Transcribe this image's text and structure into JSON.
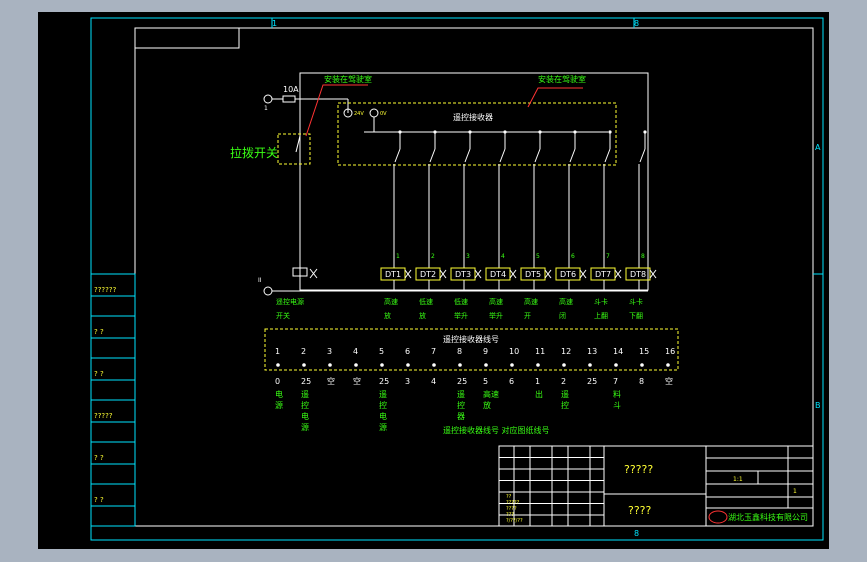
{
  "sheet": {
    "colors": {
      "frame": "#00e5ff",
      "white": "#ffffff",
      "green": "#39ff14",
      "red": "#ff3333",
      "yellow": "#ffff33",
      "background": "#000000"
    },
    "zone_markers": {
      "top_left": "1",
      "top_mid": "8",
      "bottom_mid": "8",
      "right_a": "A",
      "right_b": "B",
      "left_row": "1"
    }
  },
  "schematic": {
    "fuse_label": "10A",
    "node_top": "1",
    "node_bottom": "II",
    "install_label_left": "安装在驾驶室",
    "install_label_right": "安装在驾驶室",
    "receiver_label": "遥控接收器",
    "terminal_a": "24V",
    "terminal_b": "0V",
    "pull_switch_label": "拉拨开关",
    "relays": [
      {
        "tag": "DT1",
        "num": "1",
        "label": "高速\n放"
      },
      {
        "tag": "DT2",
        "num": "2",
        "label": "低速\n放"
      },
      {
        "tag": "DT3",
        "num": "3",
        "label": "低速\n举升"
      },
      {
        "tag": "DT4",
        "num": "4",
        "label": "高速\n举升"
      },
      {
        "tag": "DT5",
        "num": "5",
        "label": "高速\n开"
      },
      {
        "tag": "DT6",
        "num": "6",
        "label": "高速\n闭"
      },
      {
        "tag": "DT7",
        "num": "7",
        "label": "斗卡\n上翻"
      },
      {
        "tag": "DT8",
        "num": "8",
        "label": "斗卡\n下翻"
      }
    ],
    "power_relay_label": "遥控电源\n开关"
  },
  "receiver_table": {
    "title": "遥控接收器线号",
    "pins": [
      "1",
      "2",
      "3",
      "4",
      "5",
      "6",
      "7",
      "8",
      "9",
      "10",
      "11",
      "12",
      "13",
      "14",
      "15",
      "16"
    ],
    "wires": [
      "0",
      "25",
      "空",
      "空",
      "25",
      "3",
      "4",
      "25",
      "5",
      "6",
      "1",
      "2",
      "25",
      "7",
      "8",
      "空"
    ],
    "descriptions": [
      "电\n源",
      "遥\n控\n电\n源",
      "",
      "",
      "遥\n控\n电\n源",
      "",
      "",
      "遥\n控\n器",
      "高速\n放",
      "",
      "出\n",
      "遥\n控",
      "",
      "料\n斗",
      "",
      ""
    ],
    "footnote": "遥控接收器线号 对应图纸线号"
  },
  "left_strip": {
    "cells": [
      "??????",
      "? ?",
      "? ?",
      "?????",
      "? ?",
      "? ?"
    ]
  },
  "title_block": {
    "drawing_title": "?????",
    "drawing_no": "????",
    "company": "湖北玉鑫科技有限公司",
    "scale": "1:1",
    "sheet": "1",
    "rows": [
      "??",
      "?????",
      "????",
      "???",
      "?/??/??"
    ]
  }
}
